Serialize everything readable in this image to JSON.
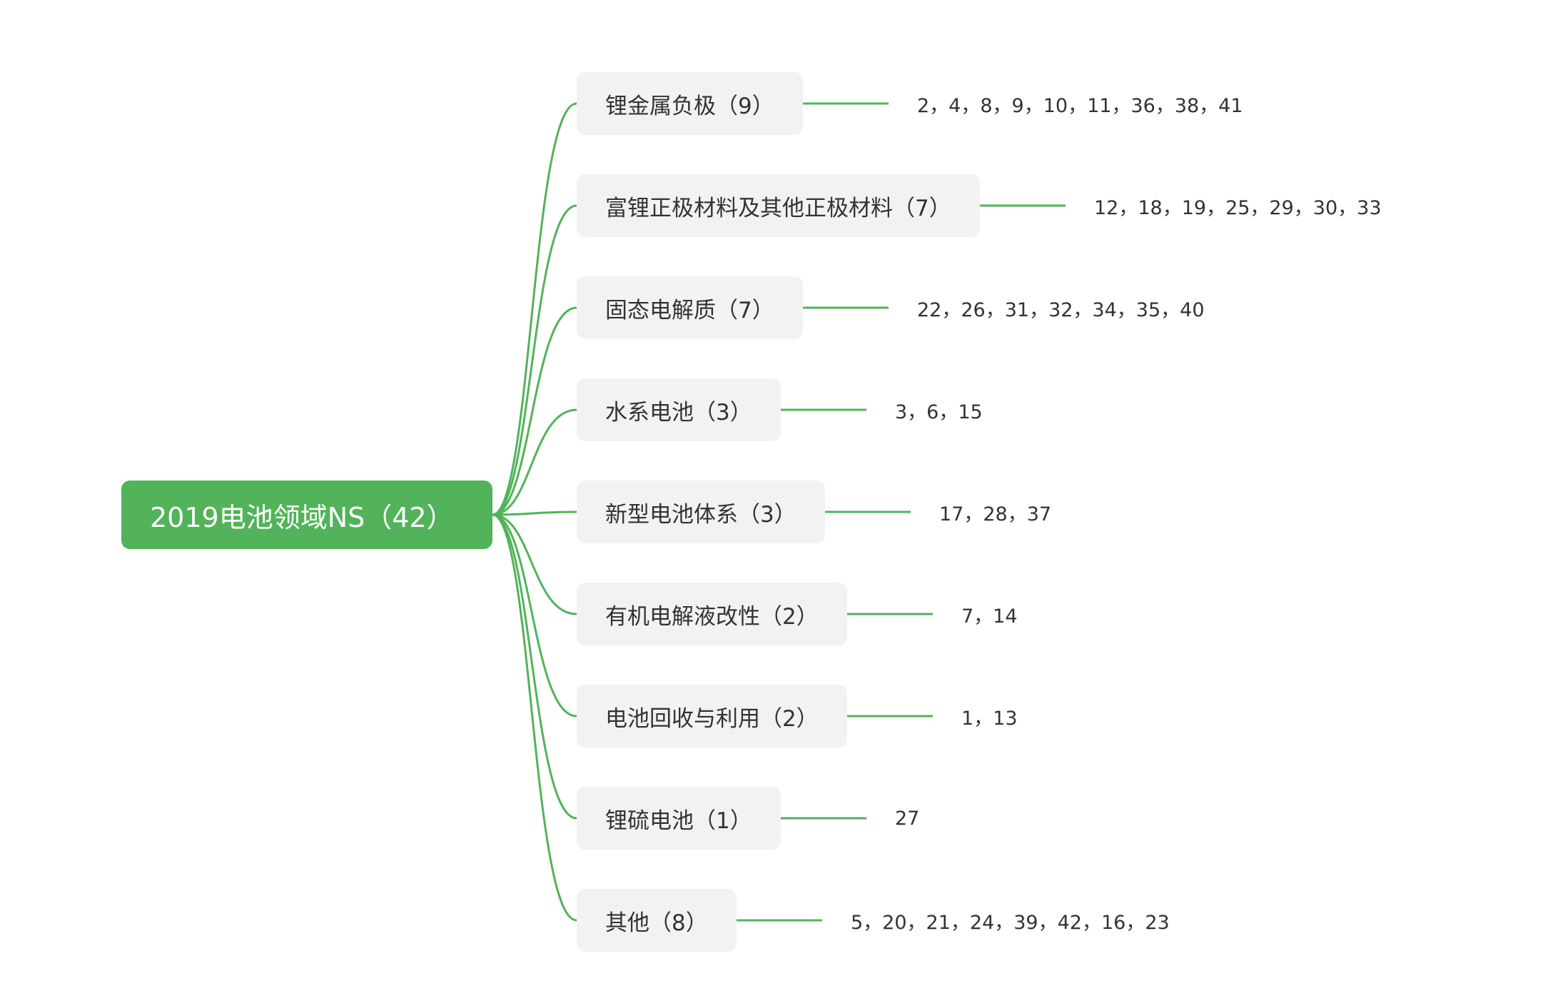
{
  "theme": {
    "accent": "#52b35a",
    "branch_bg": "#f2f2f2",
    "text": "#333333",
    "root_text": "#ffffff"
  },
  "root": {
    "label": "2019电池领域NS（42）"
  },
  "branches": [
    {
      "label": "锂金属负极（9）",
      "items": "2，4，8，9，10，11，36，38，41"
    },
    {
      "label": "富锂正极材料及其他正极材料（7）",
      "items": "12，18，19，25，29，30，33"
    },
    {
      "label": "固态电解质（7）",
      "items": "22，26，31，32，34，35，40"
    },
    {
      "label": "水系电池（3）",
      "items": "3，6，15"
    },
    {
      "label": "新型电池体系（3）",
      "items": "17，28，37"
    },
    {
      "label": "有机电解液改性（2）",
      "items": "7，14"
    },
    {
      "label": "电池回收与利用（2）",
      "items": "1，13"
    },
    {
      "label": "锂硫电池（1）",
      "items": "27"
    },
    {
      "label": "其他（8）",
      "items": "5，20，21，24，39，42，16，23"
    }
  ]
}
